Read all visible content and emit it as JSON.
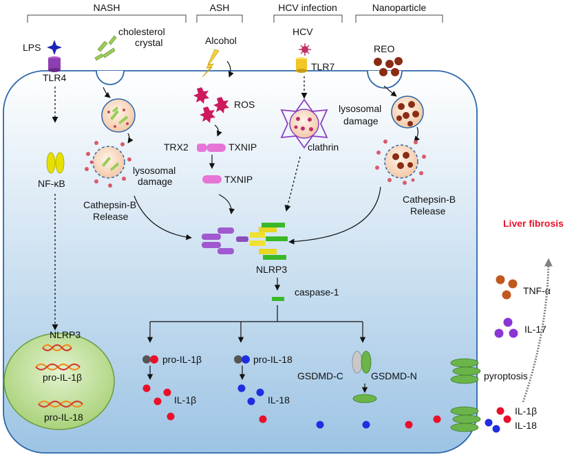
{
  "headers": {
    "nash": "NASH",
    "ash": "ASH",
    "hcv": "HCV infection",
    "nano": "Nanoparticle"
  },
  "stimuli": {
    "lps": "LPS",
    "tlr4": "TLR4",
    "cholesterol_l1": "cholesterol",
    "cholesterol_l2": "crystal",
    "alcohol": "Alcohol",
    "hcv": "HCV",
    "tlr7": "TLR7",
    "reo": "REO"
  },
  "nash": {
    "nfkb": "NF-κB",
    "lyso_l1": "lysosomal",
    "lyso_l2": "damage",
    "cath_l1": "Cathepsin-B",
    "cath_l2": "Release"
  },
  "ash": {
    "ros": "ROS",
    "trx2": "TRX2",
    "txnip1": "TXNIP",
    "txnip2": "TXNIP"
  },
  "hcv": {
    "clathrin": "clathrin"
  },
  "nano": {
    "lyso_l1": "lysosomal",
    "lyso_l2": "damage",
    "cath_l1": "Cathepsin-B",
    "cath_l2": "Release"
  },
  "core": {
    "nlrp3": "NLRP3",
    "caspase": "caspase-1"
  },
  "nucleus": {
    "nlrp3": "NLRP3",
    "pro_il1b": "pro-IL-1β",
    "pro_il18": "pro-IL-18"
  },
  "outputs": {
    "pro_il1b": "pro-IL-1β",
    "il1b": "IL-1β",
    "pro_il18": "pro-IL-18",
    "il18": "IL-18",
    "gsdmd_c": "GSDMD-C",
    "gsdmd_n": "GSDMD-N",
    "pyroptosis": "pyroptosis"
  },
  "outside": {
    "liver_fibrosis": "Liver fibrosis",
    "tnfa": "TNF-α",
    "il17": "IL-17",
    "il1b": "IL-1β",
    "il18": "IL-18"
  },
  "colors": {
    "cell_top": "#ffffff",
    "cell_bottom": "#9dc4e4",
    "cell_border": "#2b66a8",
    "nucleus": "#b9dc8e",
    "il1b_dot": "#e8102a",
    "il18_dot": "#1f2de0",
    "fibrosis_text": "#e8102a",
    "tnf_dot": "#c0591f",
    "il17_dot": "#8a35d6"
  }
}
